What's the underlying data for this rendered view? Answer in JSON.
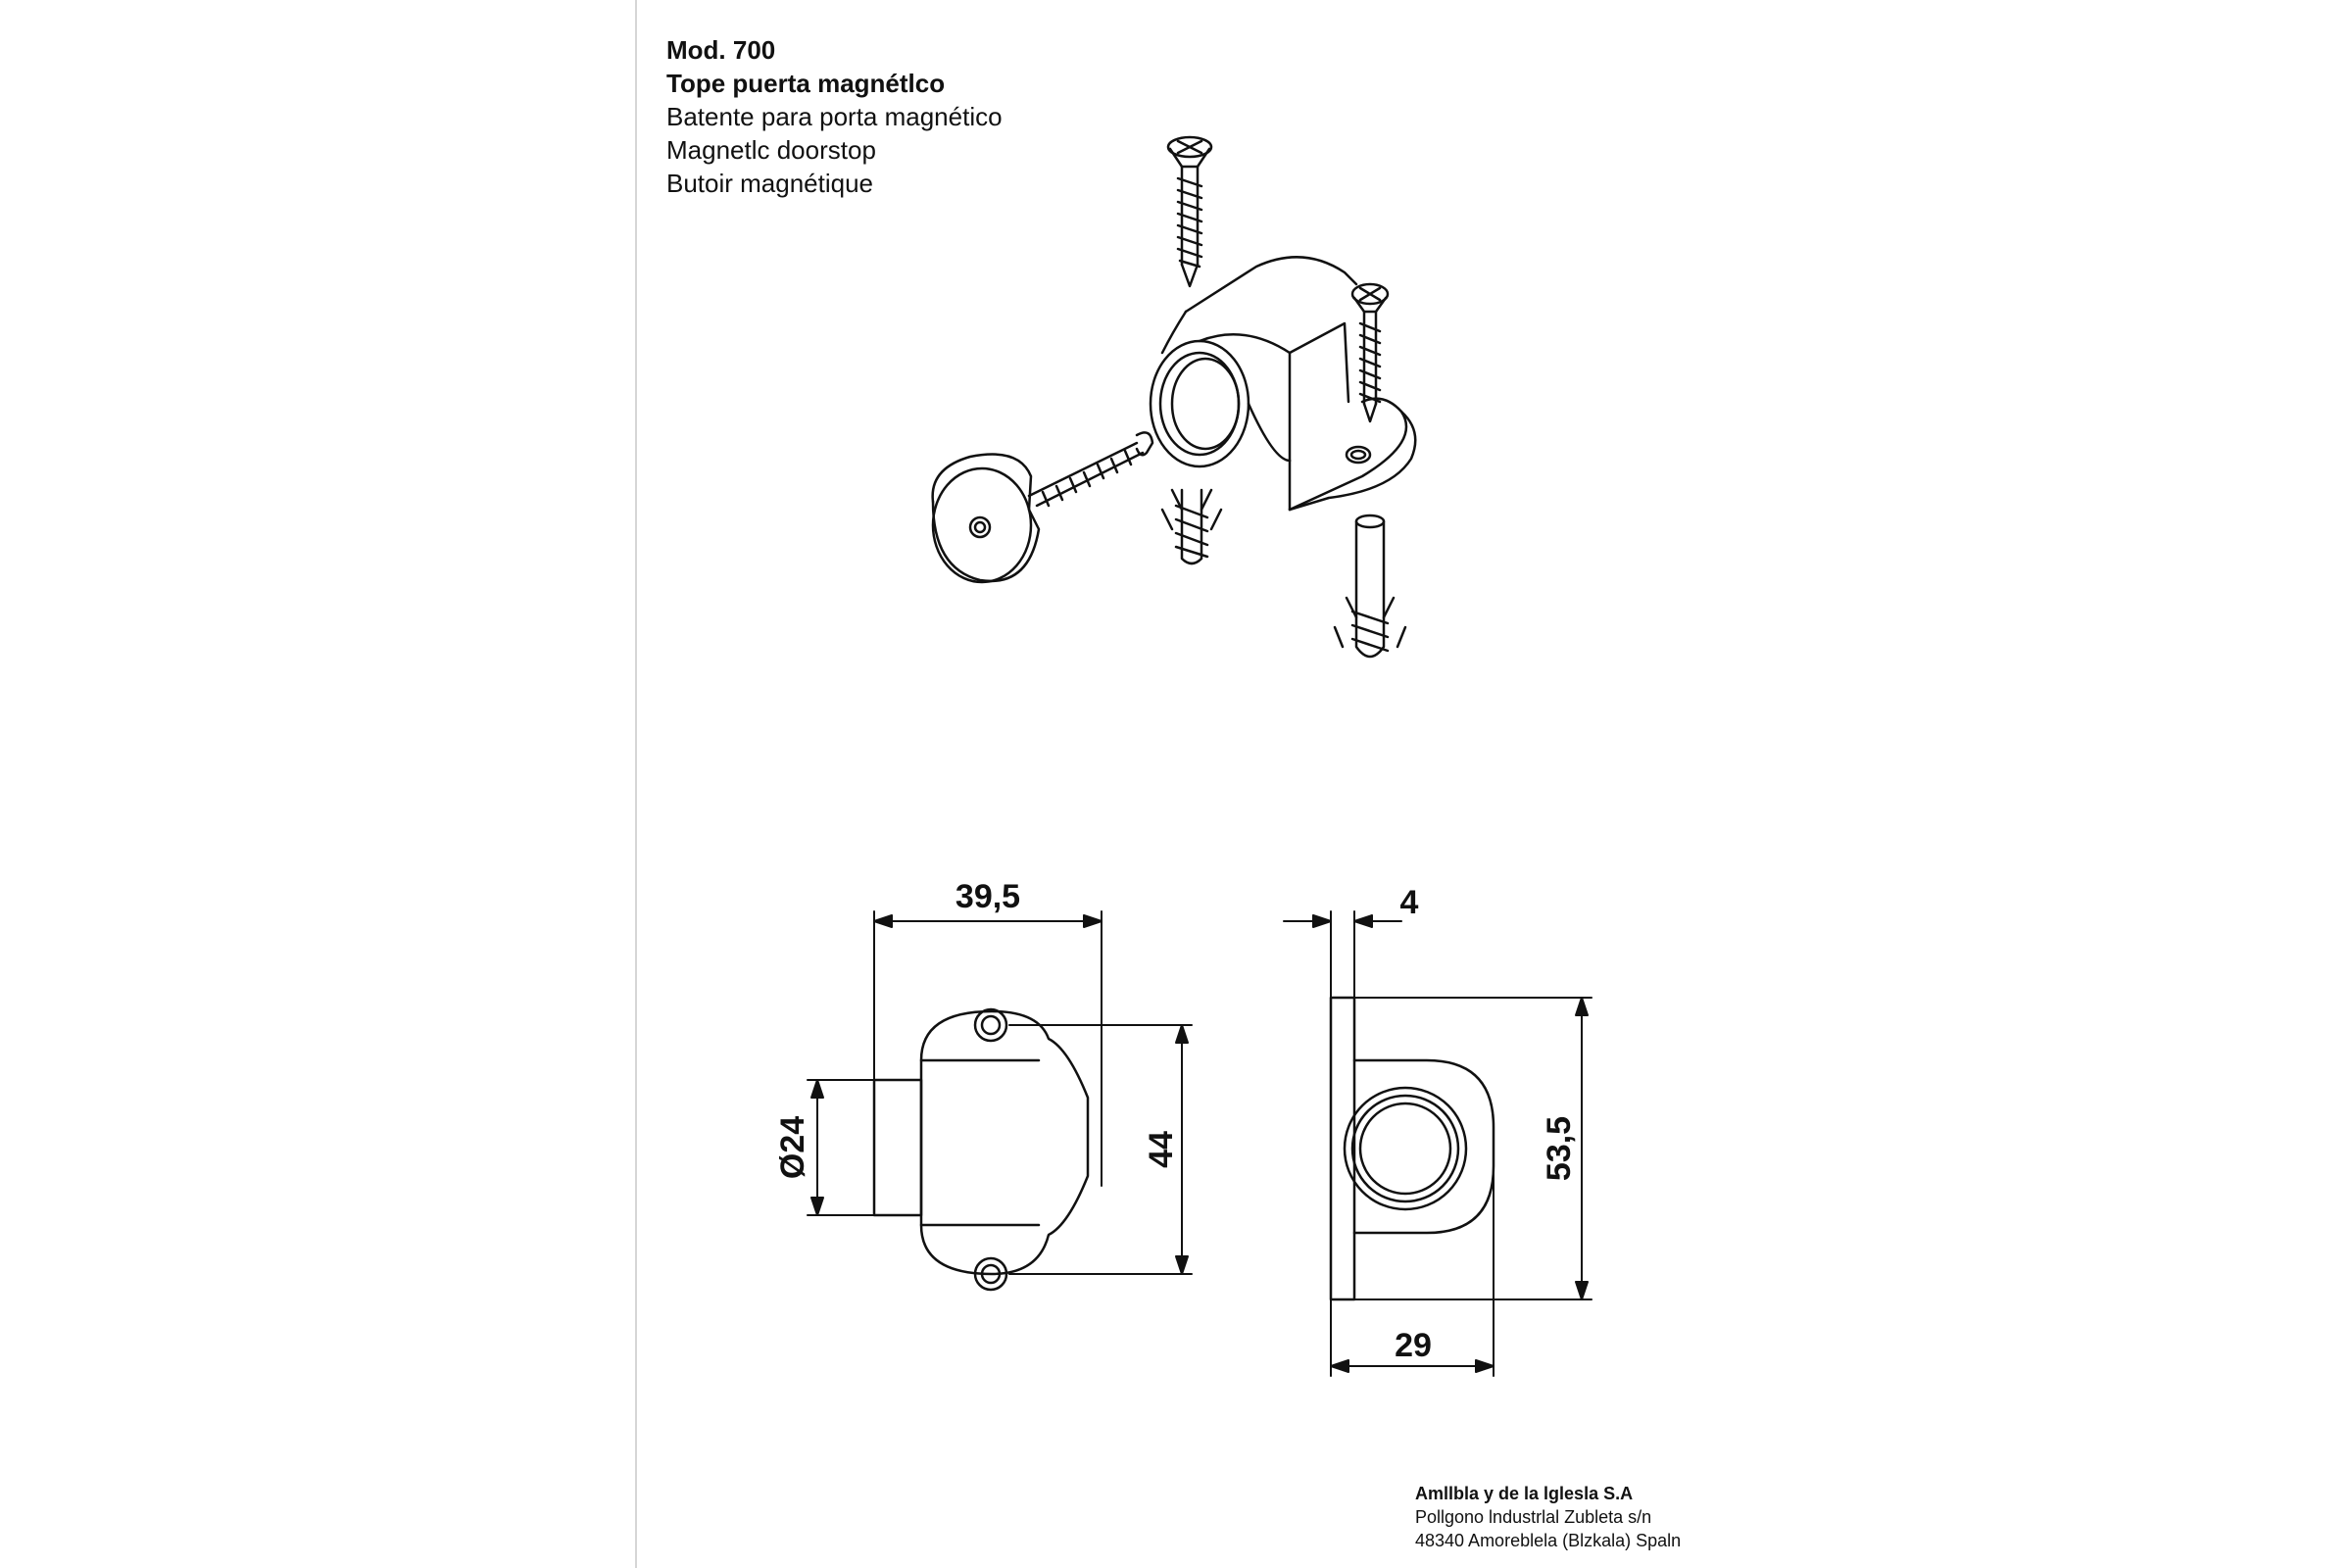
{
  "header": {
    "model": "Mod. 700",
    "name_es": "Tope puerta magnétlco",
    "name_pt": "Batente para porta magnético",
    "name_en": "Magnetlc doorstop",
    "name_fr": "Butoir magnétique"
  },
  "dimensions": {
    "width_front": "39,5",
    "diameter": "Ø24",
    "hole_spacing": "44",
    "plate_thickness": "4",
    "height_side": "53,5",
    "depth_side": "29"
  },
  "company": {
    "name": "Amllbla y de la lglesla S.A",
    "address1": "Pollgono lndustrlal Zubleta s/n",
    "address2": "48340 Amoreblela (Blzkala) Spaln"
  }
}
